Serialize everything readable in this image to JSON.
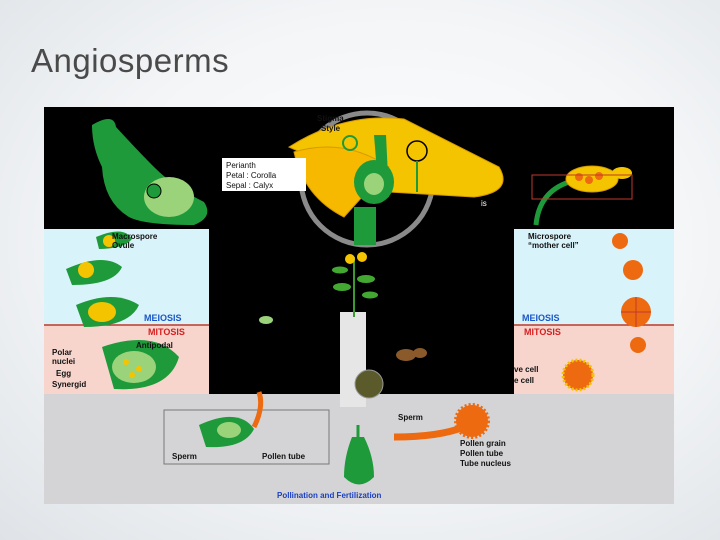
{
  "slide": {
    "title": "Angiosperms"
  },
  "figure": {
    "flower": {
      "stigma": "Stigma",
      "style": "Style",
      "perianth": "Perianth",
      "petal": "Petal : Corolla",
      "sepal": "Sepal : Calyx",
      "cut_label": "is"
    },
    "female": {
      "macrospore": "Macrospore",
      "ovule": "Ovule",
      "meiosis": "MEIOSIS",
      "mitosis": "MITOSIS",
      "antipodal": "Antipodal",
      "polar": "Polar",
      "nuclei": "nuclei",
      "egg": "Egg",
      "synergid": "Synergid"
    },
    "male": {
      "microspore": "Microspore",
      "mother_cell": "“mother cell”",
      "meiosis": "MEIOSIS",
      "mitosis": "MITOSIS",
      "veg_cell": "ve cell",
      "gen_cell": "e cell"
    },
    "bottom": {
      "sperm_left": "Sperm",
      "pollen_tube_left": "Pollen tube",
      "sperm_right": "Sperm",
      "pollen_grain": "Pollen grain",
      "pollen_tube_right": "Pollen tube",
      "tube_nucleus": "Tube nucleus",
      "footer": "Pollination and Fertilization"
    },
    "colors": {
      "green": "#1e9a3a",
      "yellow": "#f5c400",
      "orange": "#ee6a10",
      "light_blue": "#d9f3fb",
      "light_pink": "#f7d5cd",
      "grey": "#d4d4d6"
    }
  }
}
